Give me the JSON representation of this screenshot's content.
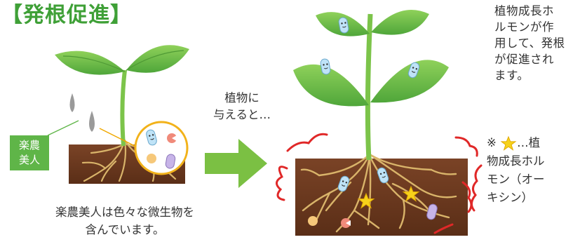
{
  "title": "【発根促進】",
  "badge": {
    "line1": "楽農",
    "line2": "美人"
  },
  "caption_left": {
    "line1": "楽農美人は色々な微生物を",
    "line2": "含んでいます。"
  },
  "arrow_label": {
    "line1": "植物に",
    "line2": "与えると…"
  },
  "right_text": {
    "line1": "植物成長ホ",
    "line2": "ルモンが作",
    "line3": "用して、発根",
    "line4": "が促進され",
    "line5": "ます。"
  },
  "note": {
    "prefix": "※",
    "line1_suffix": "…植",
    "line2": "物成長ホル",
    "line3": "モン（オー",
    "line4": "キシン）"
  },
  "colors": {
    "accent": "#3fa037",
    "leaf": "#6cbd45",
    "soil": "#6e3a1f",
    "root": "#d9b46a",
    "arrow": "#7bc043",
    "squiggle": "#e02828",
    "star": "#f6d21b"
  }
}
